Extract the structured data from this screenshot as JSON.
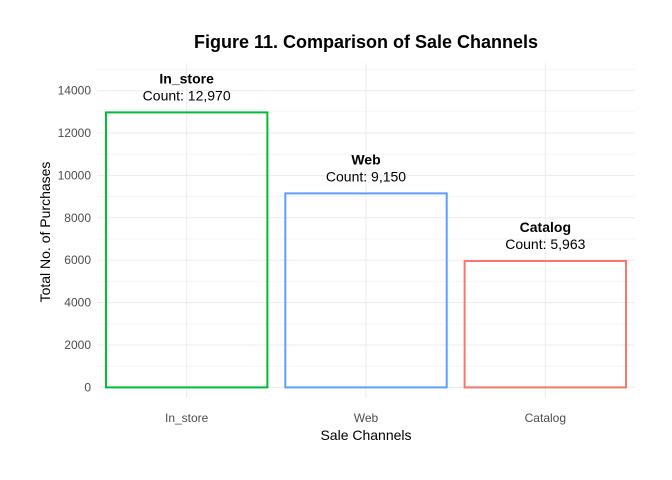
{
  "chart_data": {
    "type": "bar",
    "title": "Figure 11. Comparison of Sale Channels",
    "xlabel": "Sale Channels",
    "ylabel": "Total No. of Purchases",
    "categories": [
      "In_store",
      "Web",
      "Catalog"
    ],
    "values": [
      12970,
      9150,
      5963
    ],
    "bar_labels": [
      {
        "name": "In_store",
        "count": "Count: 12,970"
      },
      {
        "name": "Web",
        "count": "Count: 9,150"
      },
      {
        "name": "Catalog",
        "count": "Count: 5,963"
      }
    ],
    "colors": [
      "#00BA38",
      "#619CFF",
      "#F8766D"
    ],
    "fill": "none",
    "ylim": [
      -500,
      15300
    ],
    "yticks": [
      0,
      2000,
      4000,
      6000,
      8000,
      10000,
      12000,
      14000
    ],
    "ytick_labels": [
      "0",
      "2000",
      "4000",
      "6000",
      "8000",
      "10000",
      "12000",
      "14000"
    ],
    "grid": true,
    "legend": "none"
  }
}
